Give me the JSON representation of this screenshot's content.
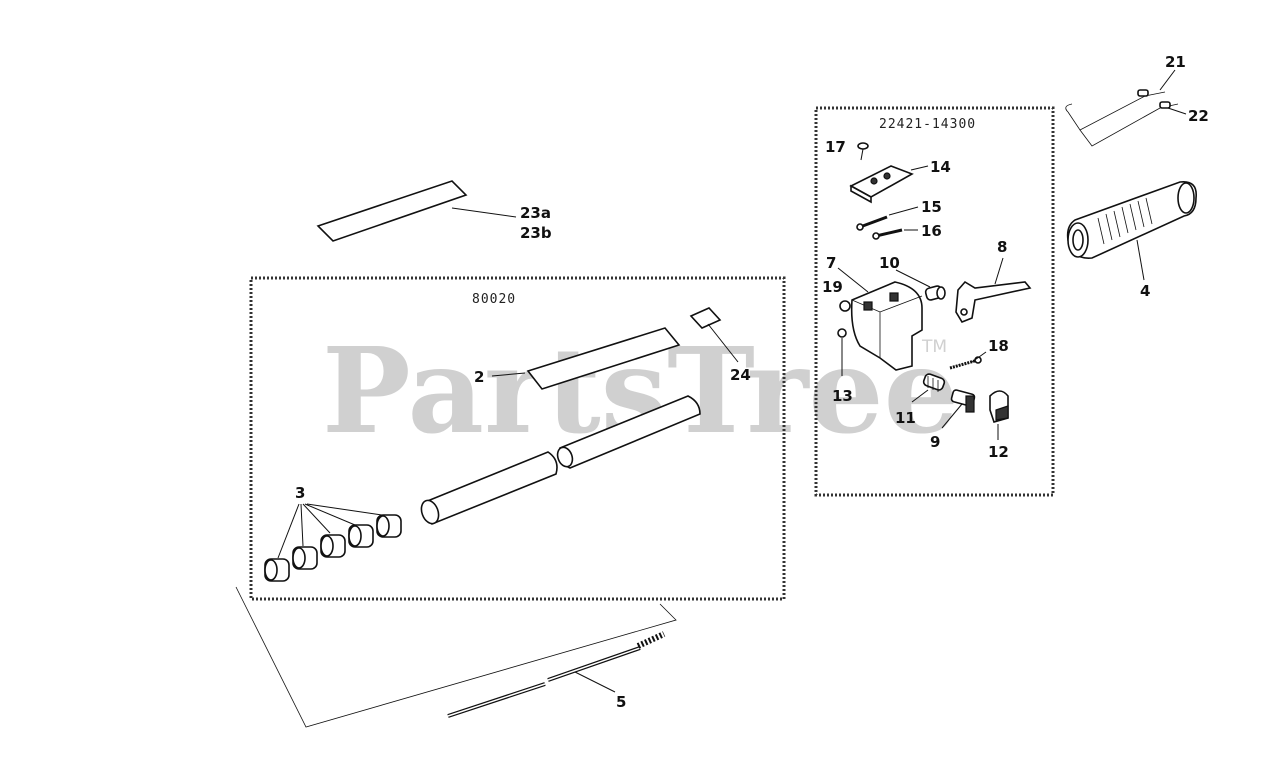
{
  "watermark": {
    "text": "PartsTree",
    "trademark": "TM"
  },
  "kits": [
    {
      "id": "kit-left",
      "number": "80020"
    },
    {
      "id": "kit-right",
      "number": "22421-14300"
    }
  ],
  "callouts": {
    "c2": "2",
    "c3": "3",
    "c4": "4",
    "c5": "5",
    "c7": "7",
    "c8": "8",
    "c9": "9",
    "c10": "10",
    "c11": "11",
    "c12": "12",
    "c13": "13",
    "c14": "14",
    "c15": "15",
    "c16": "16",
    "c17": "17",
    "c18": "18",
    "c19": "19",
    "c21": "21",
    "c22": "22",
    "c23a": "23a",
    "c23b": "23b",
    "c24": "24"
  }
}
